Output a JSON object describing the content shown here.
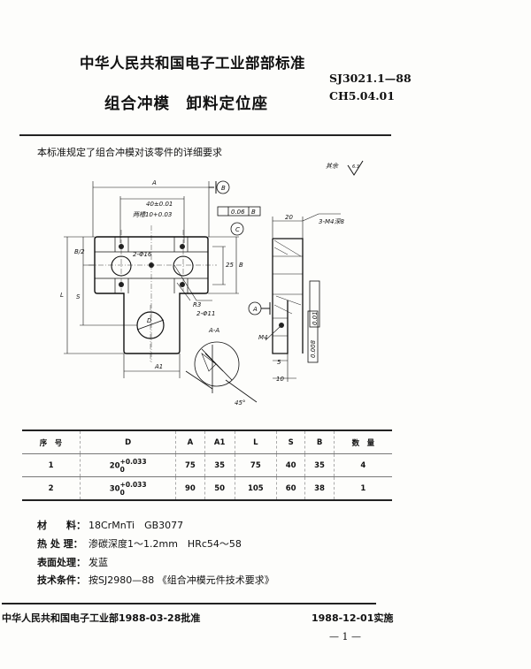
{
  "header": {
    "organization": "中华人民共和国电子工业部部标准",
    "standard_code": "SJ3021.1—88",
    "category_code": "CH5.04.01",
    "title": "组合冲模　卸料定位座"
  },
  "intro": "本标准规定了组合冲模对该零件的详细要求",
  "drawing": {
    "labels": {
      "A": "A",
      "A1": "A1",
      "L": "L",
      "S": "S",
      "B": "B",
      "B_half": "B/2",
      "D": "D",
      "dim_40": "40±0.01",
      "dim_25": "25",
      "dim_20": "20",
      "dim_5": "5",
      "dim_10": "10",
      "groove": "两槽10+0.03",
      "hole_2_phi16": "2-Φ16",
      "hole_2_phi11": "2-Φ11",
      "r3": "R3",
      "m4": "M4",
      "thread_3_m4": "3-M4深8",
      "section": "A-A",
      "angle": "45°",
      "datum_A": "A",
      "datum_B": "B",
      "datum_C": "C",
      "tol_sym": "0.06",
      "tol_par": "0.008",
      "tol_c": "0.01",
      "roughness_rest": "其余",
      "roughness_val": "6.3"
    }
  },
  "table": {
    "headers": [
      "序　号",
      "D",
      "A",
      "A1",
      "L",
      "S",
      "B",
      "数　量"
    ],
    "rows": [
      {
        "no": "1",
        "D": "20",
        "D_tol_upper": "+0.033",
        "D_tol_lower": "0",
        "A": "75",
        "A1": "35",
        "L": "75",
        "S": "40",
        "B": "35",
        "qty": "4"
      },
      {
        "no": "2",
        "D": "30",
        "D_tol_upper": "+0.033",
        "D_tol_lower": "0",
        "A": "90",
        "A1": "50",
        "L": "105",
        "S": "60",
        "B": "38",
        "qty": "1"
      }
    ]
  },
  "notes": [
    {
      "label": "材　　料：",
      "value": "18CrMnTi　GB3077"
    },
    {
      "label": "热 处 理：",
      "value": "渗碳深度1～1.2mm　HRc54～58"
    },
    {
      "label": "表面处理：",
      "value": "发蓝"
    },
    {
      "label": "技术条件：",
      "value": "按SJ2980—88 《组合冲模元件技术要求》"
    }
  ],
  "footer": {
    "approval": "中华人民共和国电子工业部1988-03-28批准",
    "effective": "1988-12-01实施",
    "page": "— 1 —"
  }
}
